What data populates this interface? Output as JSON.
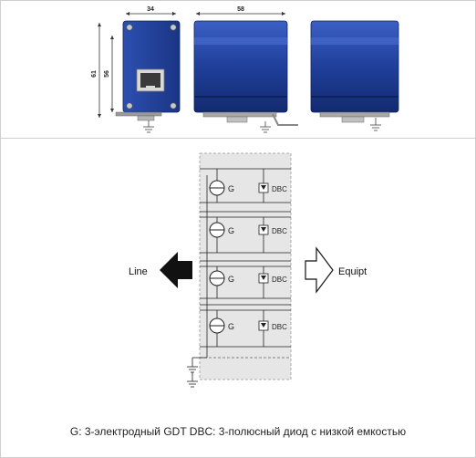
{
  "dimensions": {
    "width_label": "34",
    "depth_label": "58",
    "height_outer_label": "61",
    "height_inner_label": "56"
  },
  "colors": {
    "device_blue": "#1f3f9a",
    "device_blue_light": "#3b5fc4",
    "device_blue_dark": "#132a6e",
    "metal_gray": "#9a9a9a",
    "diagram_bg": "#e6e6e6"
  },
  "schematic": {
    "line_label": "Line",
    "equipment_label": "Equipt",
    "stages": [
      {
        "gdt_label": "G",
        "diode_label": "DBC"
      },
      {
        "gdt_label": "G",
        "diode_label": "DBC"
      },
      {
        "gdt_label": "G",
        "diode_label": "DBC"
      },
      {
        "gdt_label": "G",
        "diode_label": "DBC"
      }
    ]
  },
  "caption": "G: 3-электродный GDT DBC: 3-полюсный диод с низкой емкостью"
}
